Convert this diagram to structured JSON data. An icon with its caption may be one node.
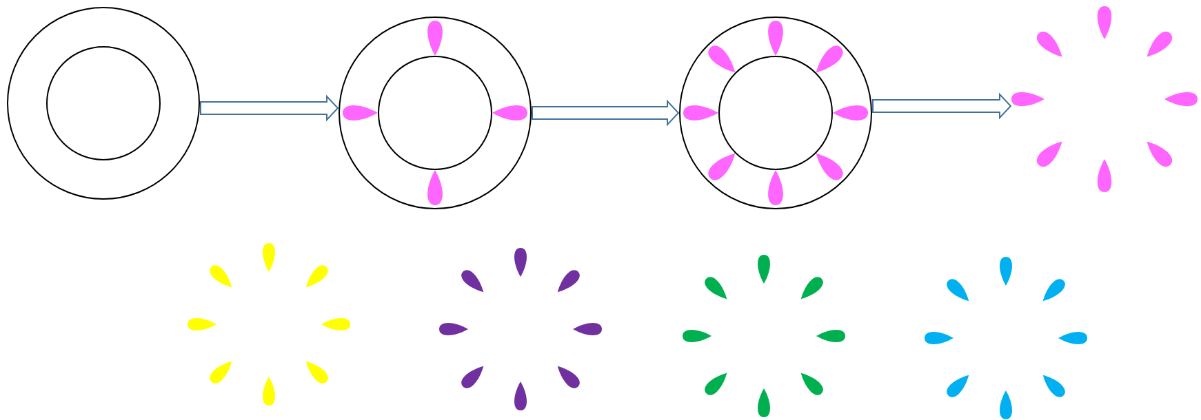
{
  "diagram": {
    "nodes": [
      {
        "text": [],
        "shape": "ring"
      },
      {
        "text": [],
        "shape": "ring"
      },
      {
        "text": [],
        "shape": "ring"
      },
      {
        "text": [],
        "shape": "burst"
      },
      {
        "text": [],
        "shape": "burst"
      },
      {
        "text": [],
        "shape": "burst"
      },
      {
        "text": [],
        "shape": "burst"
      },
      {
        "text": [],
        "shape": "burst"
      }
    ],
    "edges": [
      {
        "from": 0,
        "to": 1,
        "arrow": "to"
      },
      {
        "from": 1,
        "to": 2,
        "arrow": "to"
      },
      {
        "from": 2,
        "to": 3,
        "arrow": "to"
      }
    ]
  }
}
